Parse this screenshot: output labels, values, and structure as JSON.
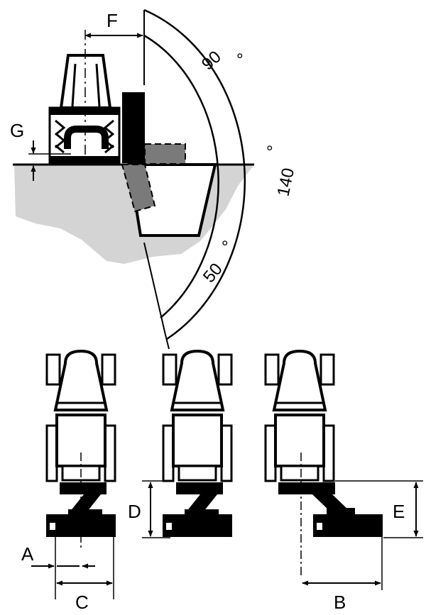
{
  "labels": {
    "A": "A",
    "B": "B",
    "C": "C",
    "D": "D",
    "E": "E",
    "F": "F",
    "G": "G"
  },
  "angles": {
    "a90": "90",
    "a140": "140",
    "a50": "50",
    "degree": "°"
  },
  "colors": {
    "ink": "#000000",
    "ground": "#d4d4d4",
    "mower": "#7a7a7a",
    "paper": "#ffffff"
  }
}
